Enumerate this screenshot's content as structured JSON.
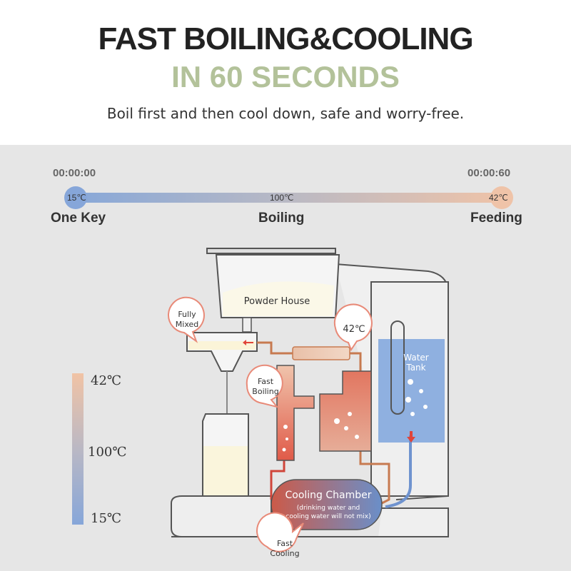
{
  "headline": {
    "line1": "FAST BOILING&COOLING",
    "line2": "IN 60 SECONDS",
    "subtitle": "Boil first and then cool down, safe and worry-free."
  },
  "timeline": {
    "start_time": "00:00:00",
    "end_time": "00:00:60",
    "temps": {
      "start": "15℃",
      "mid": "100℃",
      "end": "42℃"
    },
    "steps": [
      "One Key",
      "Boiling",
      "Feeding"
    ]
  },
  "legend": {
    "top": "42℃",
    "mid": "100℃",
    "bottom": "15℃"
  },
  "diagram": {
    "powder_house": "Powder House",
    "fully_mixed": [
      "Fully",
      "Mixed"
    ],
    "temp_42": "42℃",
    "fast_boiling": [
      "Fast",
      "Boiling"
    ],
    "water_tank": [
      "Water",
      "Tank"
    ],
    "cooling_chamber": "Cooling Chamber",
    "cooling_note": [
      "(drinking water and",
      "cooling water will not mix)"
    ],
    "fast_cooling": [
      "Fast",
      "Cooling"
    ]
  },
  "colors": {
    "accent_green": "#b3c29a",
    "hot": "#e0604e",
    "cold": "#86a6d9"
  }
}
